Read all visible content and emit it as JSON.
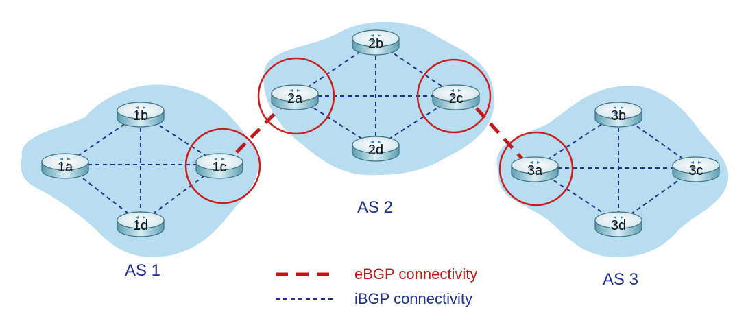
{
  "as_labels": {
    "as1": "AS 1",
    "as2": "AS 2",
    "as3": "AS 3"
  },
  "routers": {
    "1a": "1a",
    "1b": "1b",
    "1c": "1c",
    "1d": "1d",
    "2a": "2a",
    "2b": "2b",
    "2c": "2c",
    "2d": "2d",
    "3a": "3a",
    "3b": "3b",
    "3c": "3c",
    "3d": "3d"
  },
  "legend": {
    "ebgp": "eBGP connectivity",
    "ibgp": "iBGP connectivity"
  },
  "colors": {
    "ebgp": "#c01818",
    "ibgp": "#1f2f8c",
    "cloud": "#b8ddf0",
    "highlight_circle": "#c81e1e"
  }
}
